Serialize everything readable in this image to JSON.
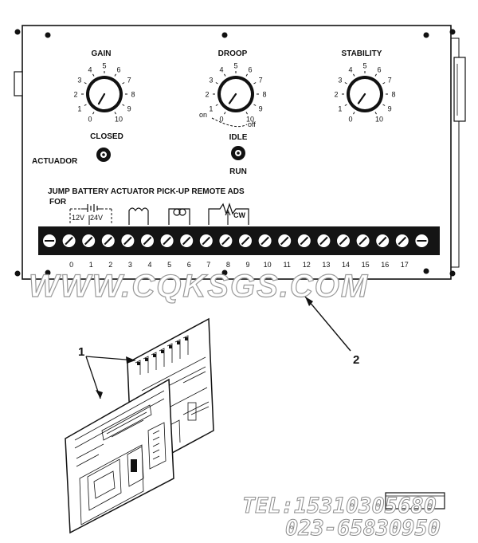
{
  "panel": {
    "knobs": [
      {
        "name": "gain",
        "label": "GAIN",
        "scale": [
          "0",
          "1",
          "2",
          "3",
          "4",
          "5",
          "6",
          "7",
          "8",
          "9",
          "10"
        ]
      },
      {
        "name": "droop",
        "label": "DROOP",
        "scale": [
          "0",
          "1",
          "2",
          "3",
          "4",
          "5",
          "6",
          "7",
          "8",
          "9",
          "10"
        ],
        "on_label": "on",
        "off_label": "off"
      },
      {
        "name": "stability",
        "label": "STABILITY",
        "scale": [
          "0",
          "1",
          "2",
          "3",
          "4",
          "5",
          "6",
          "7",
          "8",
          "9",
          "10"
        ]
      }
    ],
    "closed_label": "CLOSED",
    "actuador_label": "ACTUADOR",
    "idle_label": "IDLE",
    "run_label": "RUN",
    "function_labels": "JUMP BATTERY ACTUATOR PICK-UP REMOTE ADS",
    "for_label": "FOR",
    "battery_12v": "12V",
    "battery_24v": "24V",
    "cw_label": "CW",
    "terminal_numbers": [
      "0",
      "1",
      "2",
      "3",
      "4",
      "5",
      "6",
      "7",
      "8",
      "9",
      "10",
      "11",
      "12",
      "13",
      "14",
      "15",
      "16",
      "17"
    ]
  },
  "callouts": {
    "one": "1",
    "two": "2"
  },
  "watermark": {
    "site": "WWW.CQKSGS.COM",
    "tel": "TEL:15310305680",
    "phone2": "023-65830950"
  },
  "colors": {
    "ink": "#111111",
    "terminal_strip": "#141414",
    "watermark_stroke": "#9a9a9a"
  }
}
